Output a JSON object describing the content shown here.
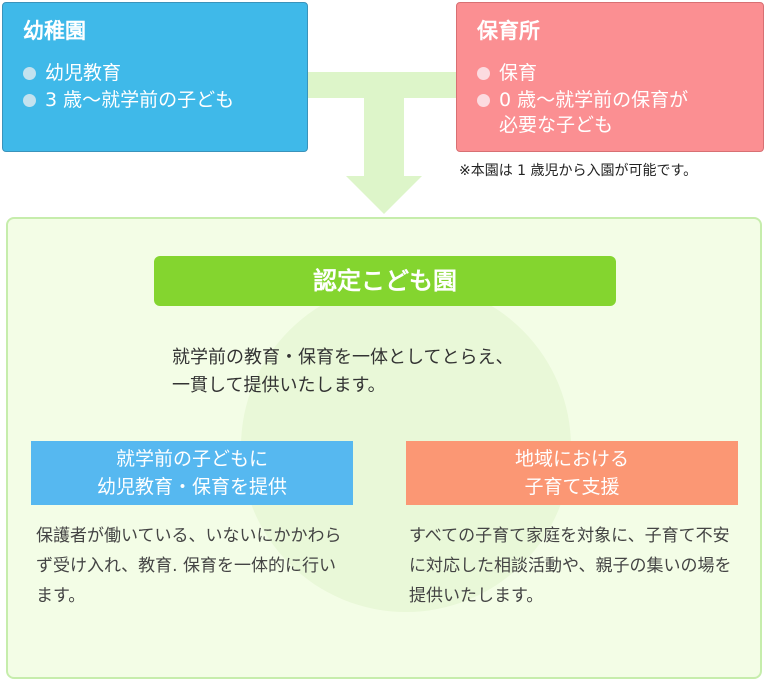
{
  "kindergarten": {
    "title": "幼稚園",
    "items": [
      "幼児教育",
      "3 歳〜就学前の子ども"
    ]
  },
  "nursery": {
    "title": "保育所",
    "items": [
      "保育",
      "0 歳〜就学前の保育が\n必要な子ども"
    ]
  },
  "note": "※本園は 1 歳児から入園が可能です。",
  "main": {
    "title": "認定こども園",
    "description_lines": [
      "就学前の教育・保育を一体としてとらえ、",
      "一貫して提供いたします。"
    ],
    "left": {
      "header_lines": [
        "就学前の子どもに",
        "幼児教育・保育を提供"
      ],
      "body": "保護者が働いている、いないにかかわらず受け入れ、教育. 保育を一体的に行います。"
    },
    "right": {
      "header_lines": [
        "地域における",
        "子育て支援"
      ],
      "body": "すべての子育て家庭を対象に、子育て不安に対応した相談活動や、親子の集いの場を提供いたします。"
    }
  },
  "colors": {
    "kindergarten": "#3fb9e9",
    "nursery": "#fb8f92",
    "main_header": "#84d52f",
    "panel": "#f3fde6",
    "left_header": "#56b8f0",
    "right_header": "#fb9774"
  }
}
